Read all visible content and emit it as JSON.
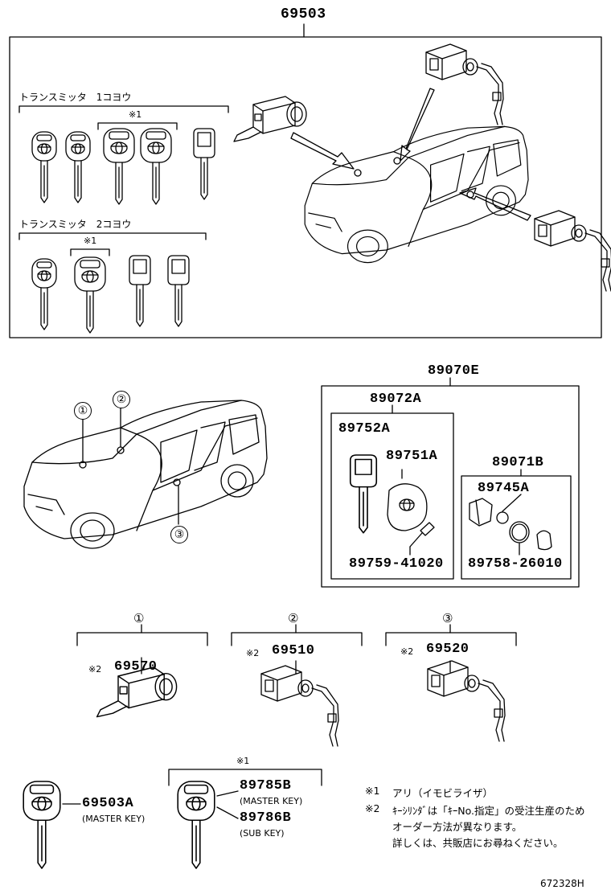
{
  "assembly": {
    "part_no": "69503"
  },
  "transmitter_1": {
    "label": "トランスミッタ　1コヨウ",
    "marker": "※1"
  },
  "transmitter_2": {
    "label": "トランスミッタ　2コヨウ",
    "marker": "※1"
  },
  "kit": {
    "part_no": "89070E",
    "sub1": {
      "part_no": "89072A",
      "key": "89752A",
      "case": "89751A",
      "screw": "89759-41020"
    },
    "sub2": {
      "part_no": "89071B",
      "parts": "89745A",
      "battery": "89758-26010"
    }
  },
  "callouts": [
    "①",
    "②",
    "③"
  ],
  "cylinders": [
    {
      "callout": "①",
      "marker": "※2",
      "part_no": "69570"
    },
    {
      "callout": "②",
      "marker": "※2",
      "part_no": "69510"
    },
    {
      "callout": "③",
      "marker": "※2",
      "part_no": "69520"
    }
  ],
  "keys": {
    "master": {
      "part_no": "69503A",
      "sub": "(MASTER KEY)"
    },
    "group_marker": "※1",
    "master2": {
      "part_no": "89785B",
      "sub": "(MASTER KEY)"
    },
    "sub_key": {
      "part_no": "89786B",
      "sub": "(SUB KEY)"
    }
  },
  "notes": {
    "n1_mark": "※1",
    "n1_text": "アリ（イモビライザ）",
    "n2_mark": "※2",
    "n2_text1": "ｷｰｼﾘﾝﾀﾞは「ｷｰNo.指定」の受注生産のため",
    "n2_text2": "オーダー方法が異なります。",
    "n2_text3": "詳しくは、共販店にお尋ねください。"
  },
  "drawing_no": "672328H"
}
